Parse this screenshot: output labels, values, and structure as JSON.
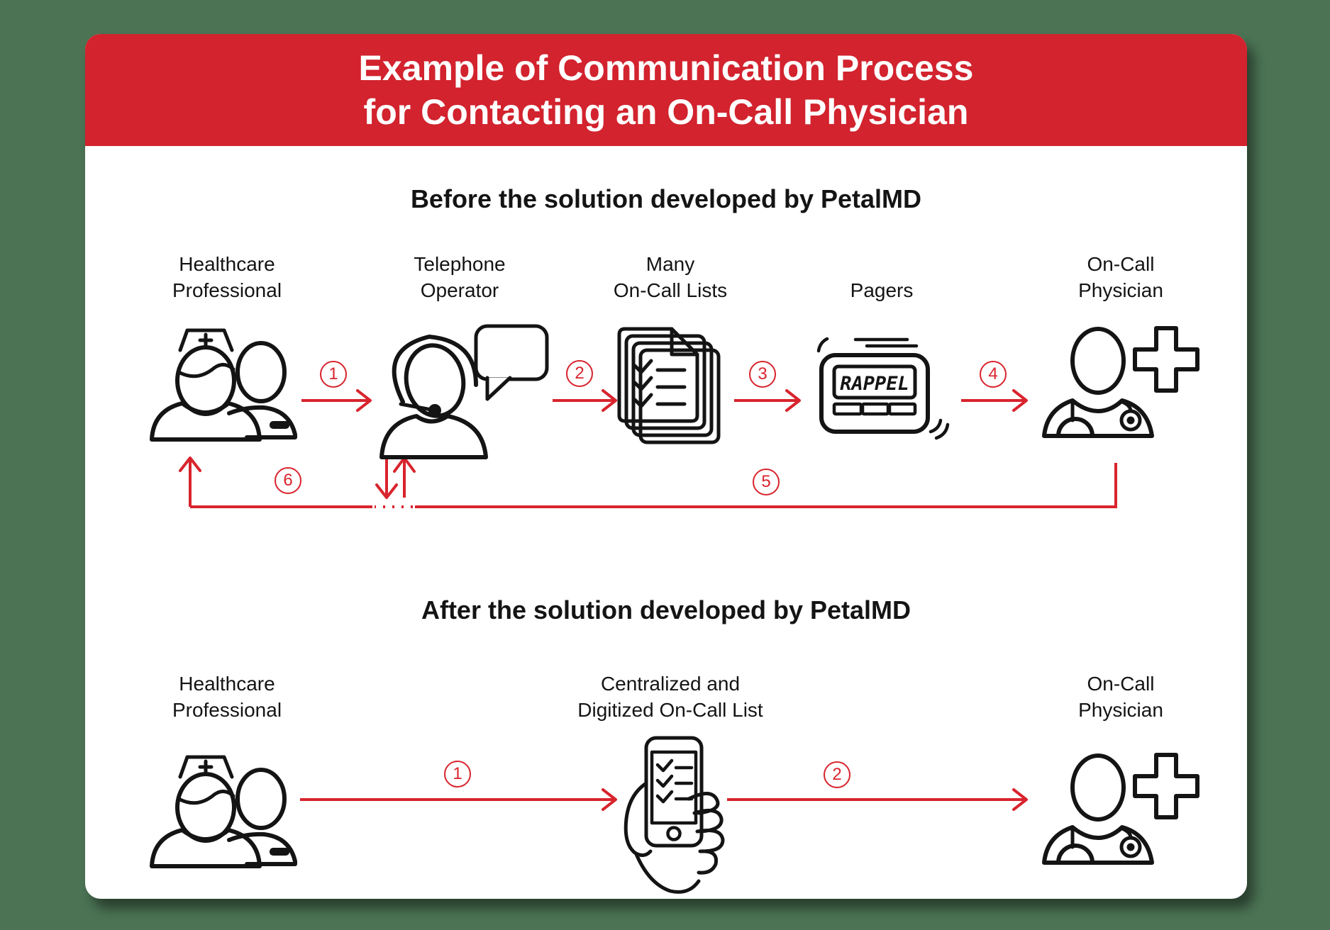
{
  "colors": {
    "banner_red": "#d2232e",
    "arrow_red": "#d8242d",
    "background_green": "#4b7354",
    "card_white": "#ffffff",
    "ink_black": "#141414"
  },
  "banner": {
    "title_line1": "Example of Communication Process",
    "title_line2": "for Contacting an On-Call Physician"
  },
  "before": {
    "heading": "Before the solution developed by PetalMD",
    "nodes": [
      {
        "id": "healthcare-professional",
        "label_line1": "Healthcare",
        "label_line2": "Professional",
        "icon": "nurse-patient-icon"
      },
      {
        "id": "telephone-operator",
        "label_line1": "Telephone",
        "label_line2": "Operator",
        "icon": "operator-headset-speech-bubble-icon"
      },
      {
        "id": "many-on-call-lists",
        "label_line1": "Many",
        "label_line2": "On-Call Lists",
        "icon": "stacked-checklists-icon"
      },
      {
        "id": "pagers",
        "label_line1": "Pagers",
        "label_line2": "",
        "icon": "pager-icon"
      },
      {
        "id": "on-call-physician",
        "label_line1": "On-Call",
        "label_line2": "Physician",
        "icon": "physician-medical-cross-icon"
      }
    ],
    "step_numbers": [
      "1",
      "2",
      "3",
      "4",
      "5",
      "6"
    ],
    "pager_display_text": "RAPPEL"
  },
  "after": {
    "heading": "After the solution developed by PetalMD",
    "nodes": [
      {
        "id": "healthcare-professional",
        "label_line1": "Healthcare",
        "label_line2": "Professional",
        "icon": "nurse-patient-icon"
      },
      {
        "id": "centralized-digitized-on-call-list",
        "label_line1": "Centralized and",
        "label_line2": "Digitized On-Call List",
        "icon": "hand-phone-checklist-icon"
      },
      {
        "id": "on-call-physician",
        "label_line1": "On-Call",
        "label_line2": "Physician",
        "icon": "physician-medical-cross-icon"
      }
    ],
    "step_numbers": [
      "1",
      "2"
    ]
  }
}
